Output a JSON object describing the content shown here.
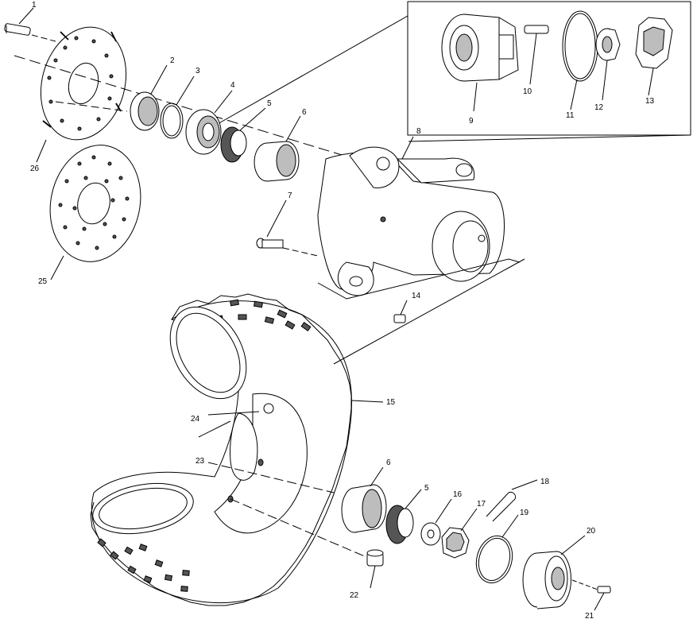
{
  "callouts": [
    {
      "id": "c1",
      "text": "1"
    },
    {
      "id": "c2",
      "text": "2"
    },
    {
      "id": "c3",
      "text": "3"
    },
    {
      "id": "c4",
      "text": "4"
    },
    {
      "id": "c5",
      "text": "5"
    },
    {
      "id": "c6",
      "text": "6"
    },
    {
      "id": "c7",
      "text": "7"
    },
    {
      "id": "c8",
      "text": "8"
    },
    {
      "id": "c9",
      "text": "9"
    },
    {
      "id": "c10",
      "text": "10"
    },
    {
      "id": "c11",
      "text": "11"
    },
    {
      "id": "c12",
      "text": "12"
    },
    {
      "id": "c13",
      "text": "13"
    },
    {
      "id": "c14",
      "text": "14"
    },
    {
      "id": "c15",
      "text": "15"
    },
    {
      "id": "c16",
      "text": "16"
    },
    {
      "id": "c17",
      "text": "17"
    },
    {
      "id": "c18",
      "text": "18"
    },
    {
      "id": "c19",
      "text": "19"
    },
    {
      "id": "c20",
      "text": "20"
    },
    {
      "id": "c21",
      "text": "21"
    },
    {
      "id": "c22",
      "text": "22"
    },
    {
      "id": "c23",
      "text": "23"
    },
    {
      "id": "c24",
      "text": "24"
    },
    {
      "id": "c25",
      "text": "25"
    },
    {
      "id": "c26",
      "text": "26"
    },
    {
      "id": "c6b",
      "text": "6"
    },
    {
      "id": "c5b",
      "text": "5"
    }
  ]
}
